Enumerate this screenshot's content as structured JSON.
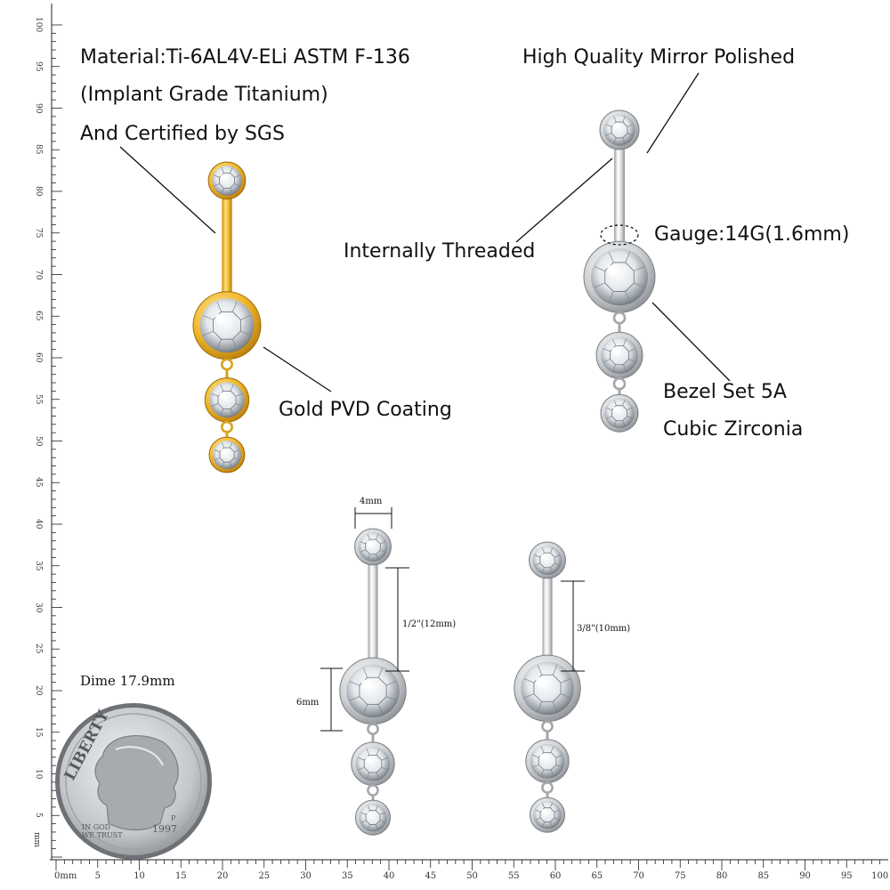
{
  "labels": {
    "material_line1": "Material:Ti-6AL4V-ELi ASTM F-136",
    "material_line2": "(Implant Grade Titanium)",
    "material_line3": "And Certified by SGS",
    "mirror": "High Quality Mirror Polished",
    "threaded": "Internally Threaded",
    "gauge": "Gauge:14G(1.6mm)",
    "gold": "Gold PVD Coating",
    "bezel_line1": "Bezel Set 5A",
    "bezel_line2": "Cubic Zirconia",
    "dime": "Dime 17.9mm"
  },
  "dimensions": {
    "top_width": "4mm",
    "bar_half": "1/2\"(12mm)",
    "bar_38": "3/8\"(10mm)",
    "gem_size": "6mm"
  },
  "coin": {
    "motto_left": "IN GOD",
    "motto_right": "WE TRUST",
    "liberty": "LIBERTY",
    "year": "1997",
    "mint": "P"
  },
  "ruler": {
    "x_unit": "0mm",
    "y_unit": "mm",
    "x_ticks": [
      "5",
      "10",
      "15",
      "20",
      "25",
      "30",
      "35",
      "40",
      "45",
      "50",
      "55",
      "60",
      "65",
      "70",
      "75",
      "80",
      "85",
      "90",
      "95",
      "100"
    ],
    "y_ticks": [
      "5",
      "10",
      "15",
      "20",
      "25",
      "30",
      "35",
      "40",
      "45",
      "50",
      "55",
      "60",
      "65",
      "70",
      "75",
      "80",
      "85",
      "90",
      "95",
      "100"
    ]
  },
  "colors": {
    "gold": "#e8b020",
    "silver": "#c8cacc",
    "text": "#111111"
  }
}
